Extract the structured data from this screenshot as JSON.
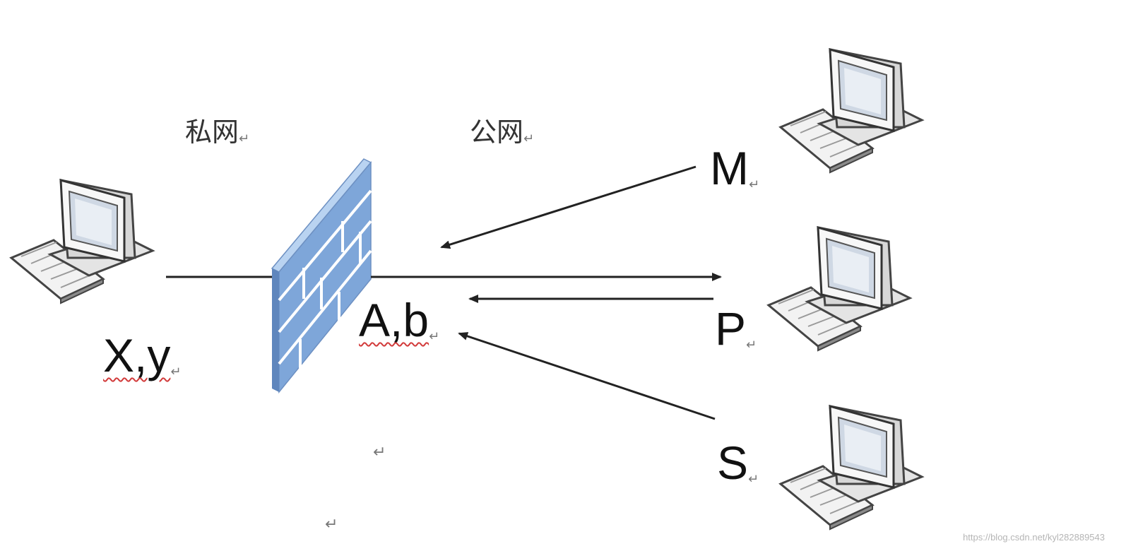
{
  "labels": {
    "private_net": "私网",
    "public_net": "公网",
    "client": "X,y",
    "nat": "A,b",
    "host_m": "M",
    "host_p": "P",
    "host_s": "S",
    "return_mark": "↵"
  },
  "watermark": "https://blog.csdn.net/kyl282889543",
  "colors": {
    "wall_face": "#7ea6d9",
    "wall_top": "#b9d3f1",
    "wall_side": "#5f86bd",
    "line": "#222222",
    "wavy_underline": "#d23b3b"
  },
  "icons": [
    "computer-icon",
    "firewall-icon",
    "arrow"
  ]
}
